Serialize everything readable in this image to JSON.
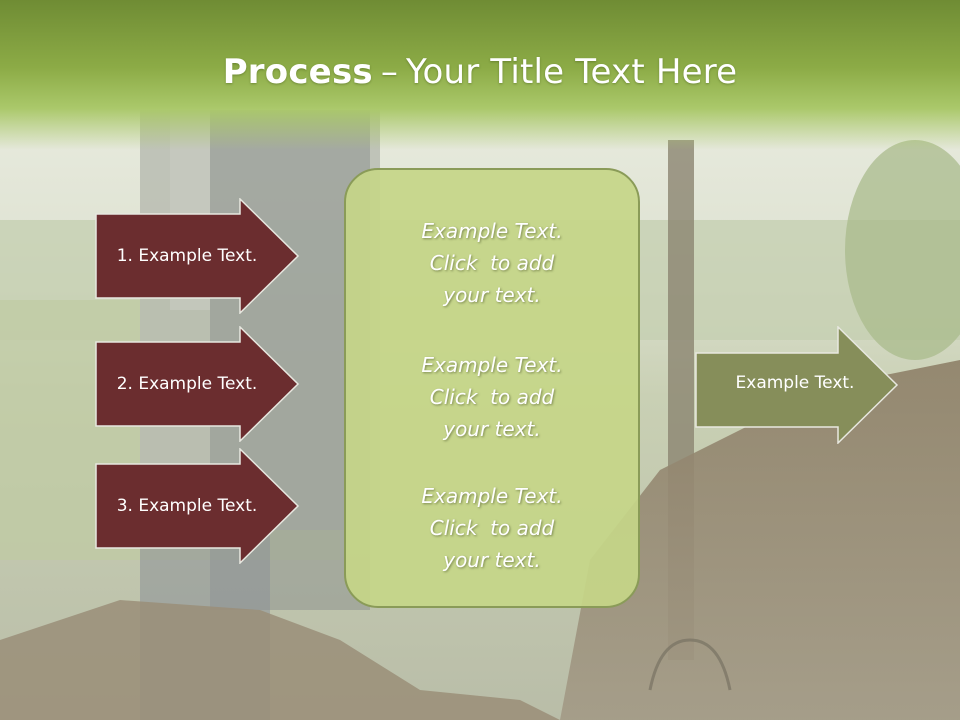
{
  "slide": {
    "title_bold": "Process",
    "title_sep": "–",
    "title_rest": "Your Title Text Here"
  },
  "left_arrows": [
    {
      "label": "1. Example Text."
    },
    {
      "label": "2. Example Text."
    },
    {
      "label": "3. Example Text."
    }
  ],
  "center_box": {
    "blocks": [
      {
        "lines": [
          "Example Text.",
          "Click  to add",
          "your text."
        ]
      },
      {
        "lines": [
          "Example Text.",
          "Click  to add",
          "your text."
        ]
      },
      {
        "lines": [
          "Example Text.",
          "Click  to add",
          "your text."
        ]
      }
    ]
  },
  "right_arrow": {
    "label": "Example Text."
  },
  "colors": {
    "title_bar": "#8cab46",
    "left_arrow_fill": "#6b2d2f",
    "right_arrow_fill": "#868e5a",
    "center_box_fill": "#c6d688"
  }
}
